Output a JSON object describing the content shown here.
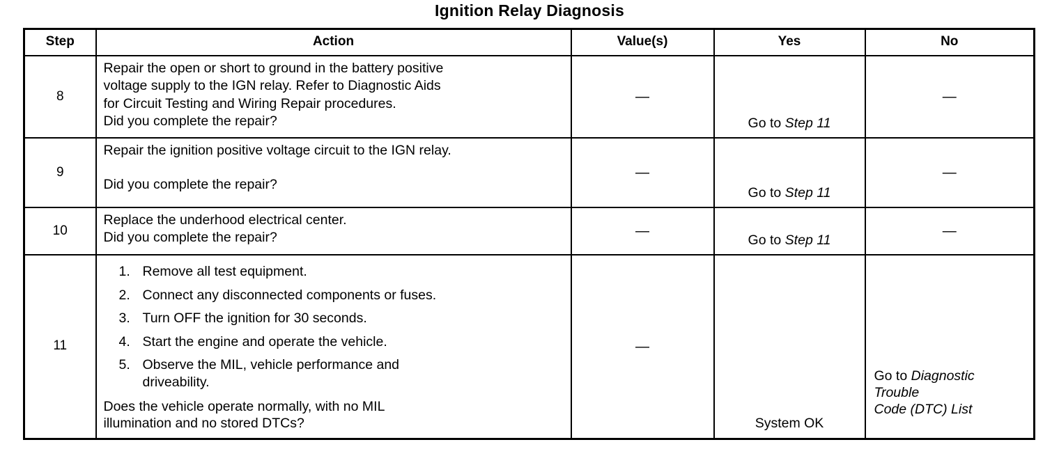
{
  "document": {
    "title": "Ignition Relay Diagnosis"
  },
  "table": {
    "headers": {
      "step": "Step",
      "action": "Action",
      "value": "Value(s)",
      "yes": "Yes",
      "no": "No"
    },
    "dash": "—",
    "goto_prefix": "Go to ",
    "rows": [
      {
        "step": "8",
        "action_lines": [
          "Repair the open or short to ground in the battery positive",
          "voltage supply to the IGN relay. Refer to  Diagnostic Aids",
          "for Circuit Testing and Wiring Repair procedures.",
          "Did you complete the repair?"
        ],
        "value": "—",
        "yes_prefix": "Go to ",
        "yes_ref": "Step 11",
        "no": "—"
      },
      {
        "step": "9",
        "action_lines": [
          "Repair the ignition positive voltage circuit to the IGN relay.",
          "",
          "Did you complete the repair?"
        ],
        "value": "—",
        "yes_prefix": "Go to ",
        "yes_ref": "Step 11",
        "no": "—"
      },
      {
        "step": "10",
        "action_lines": [
          "Replace the underhood electrical center.",
          "Did you complete the repair?"
        ],
        "value": "—",
        "yes_prefix": "Go to ",
        "yes_ref": "Step 11",
        "no": "—"
      },
      {
        "step": "11",
        "numbered_items": [
          {
            "num": "1.",
            "text": "Remove all test equipment."
          },
          {
            "num": "2.",
            "text": "Connect any disconnected components or fuses."
          },
          {
            "num": "3.",
            "text": "Turn OFF the ignition for 30 seconds."
          },
          {
            "num": "4.",
            "text": "Start the engine and operate the vehicle."
          },
          {
            "num": "5.",
            "text": "Observe the MIL, vehicle performance and driveability."
          }
        ],
        "closing_lines": [
          "Does the vehicle operate normally, with no MIL",
          "illumination and no stored DTCs?"
        ],
        "value": "—",
        "yes": "System OK",
        "no_prefix": "Go to ",
        "no_ref_lines": [
          "Diagnostic",
          "Trouble",
          "Code (DTC) List"
        ]
      }
    ]
  }
}
